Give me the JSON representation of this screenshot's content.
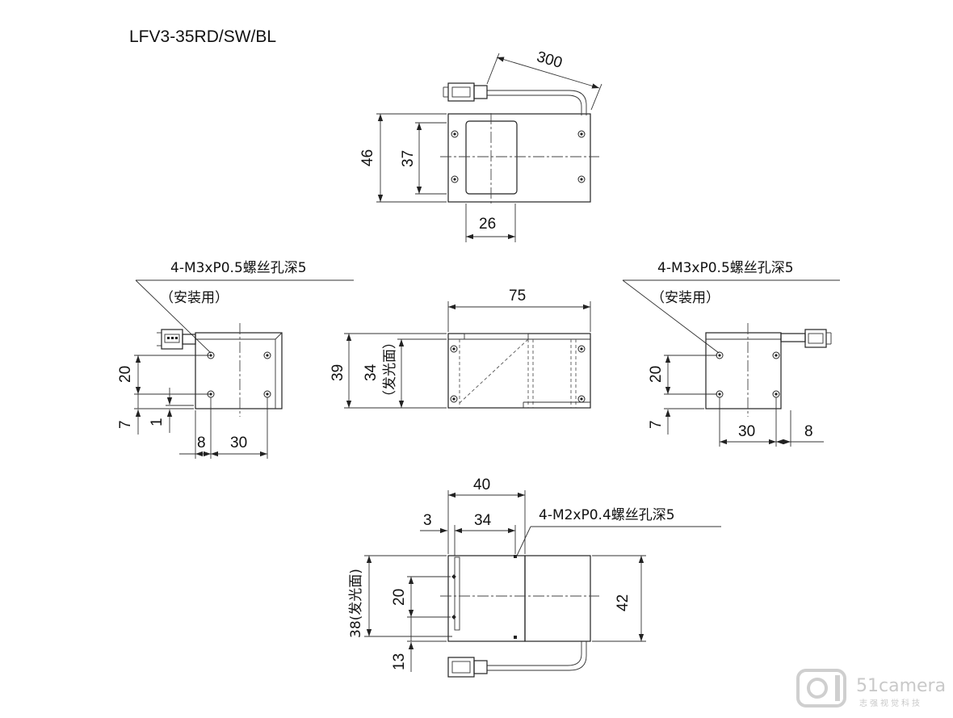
{
  "title": "LFV3-35RD/SW/BL",
  "top_view": {
    "cable_length": "300",
    "height_outer": "46",
    "height_inner": "37",
    "window_width": "26"
  },
  "left_view": {
    "note_line1": "4-M3xP0.5螺丝孔深5",
    "note_line2": "（安装用）",
    "dim_pitch_v": "20",
    "dim_bottom": "7",
    "dim_small": "1",
    "dim_left": "8",
    "dim_pitch_h": "30"
  },
  "front_view": {
    "width": "75",
    "height_total": "39",
    "height_emit": "34",
    "emit_label": "（发光面）"
  },
  "right_view": {
    "note_line1": "4-M3xP0.5螺丝孔深5",
    "note_line2": "（安装用）",
    "dim_pitch_v": "20",
    "dim_bottom": "7",
    "dim_pitch_h": "30",
    "dim_right": "8"
  },
  "bottom_view": {
    "width_total": "40",
    "offset": "3",
    "width_inner": "34",
    "note": "4-M2xP0.4螺丝孔深5",
    "height_left": "38(发光面)",
    "pitch_v": "20",
    "dim_bottom": "13",
    "height_right": "42"
  },
  "watermark": {
    "brand": "51camera",
    "subtitle": "志强视觉科技"
  }
}
